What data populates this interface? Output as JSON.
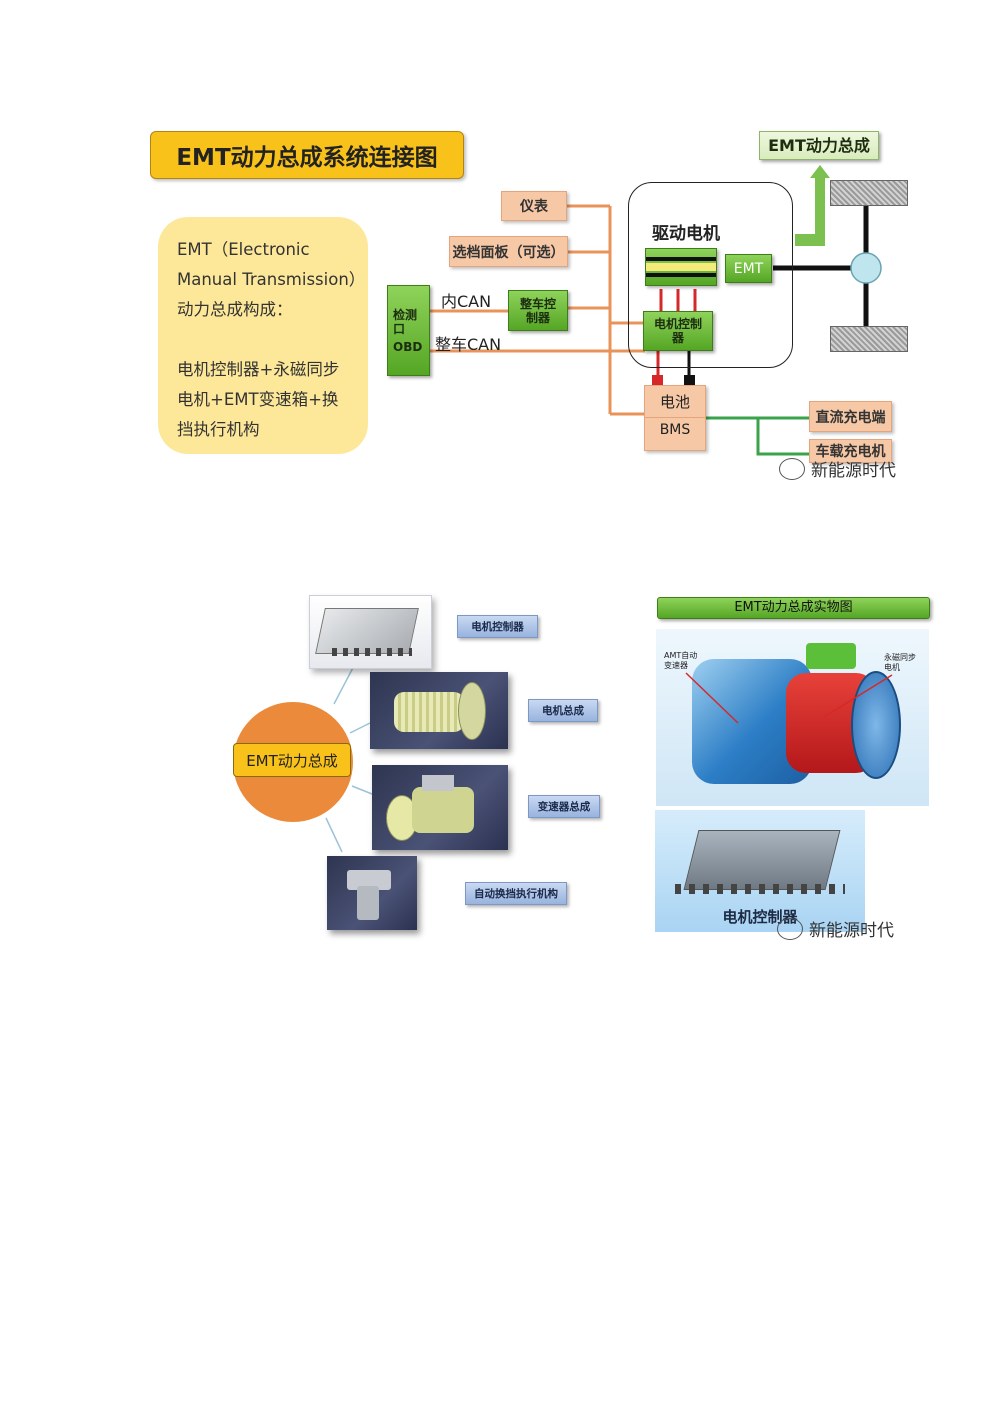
{
  "diagram1": {
    "title": "EMT动力总成系统连接图",
    "desc_lines": [
      "EMT（Electronic",
      "Manual Transmission）",
      "动力总成构成：",
      "",
      "电机控制器+永磁同步",
      "电机+EMT变速箱+换",
      "挡执行机构"
    ],
    "instrument": "仪表",
    "gear_panel": "选档面板（可选）",
    "obd": [
      "检测",
      "口",
      "OBD"
    ],
    "inner_can": "内CAN",
    "vehicle_can": "整车CAN",
    "vcu": [
      "整车控",
      "制器"
    ],
    "drive_motor": "驱动电机",
    "emt": "EMT",
    "motor_ctrl": [
      "电机控制",
      "器"
    ],
    "battery": "电池",
    "bms": "BMS",
    "dc_charge": "直流充电端",
    "obc": "车载充电机",
    "emt_output": "EMT动力总成",
    "watermark": "新能源时代"
  },
  "diagram2": {
    "center": "EMT动力总成",
    "items": [
      "电机控制器",
      "电机总成",
      "变速器总成",
      "自动换挡执行机构"
    ],
    "photo_title": "EMT动力总成实物图",
    "photo_label_left": [
      "AMT自动",
      "变速器"
    ],
    "photo_label_right": [
      "永磁同步",
      "电机"
    ],
    "photo_caption": "电机控制器",
    "watermark": "新能源时代"
  }
}
